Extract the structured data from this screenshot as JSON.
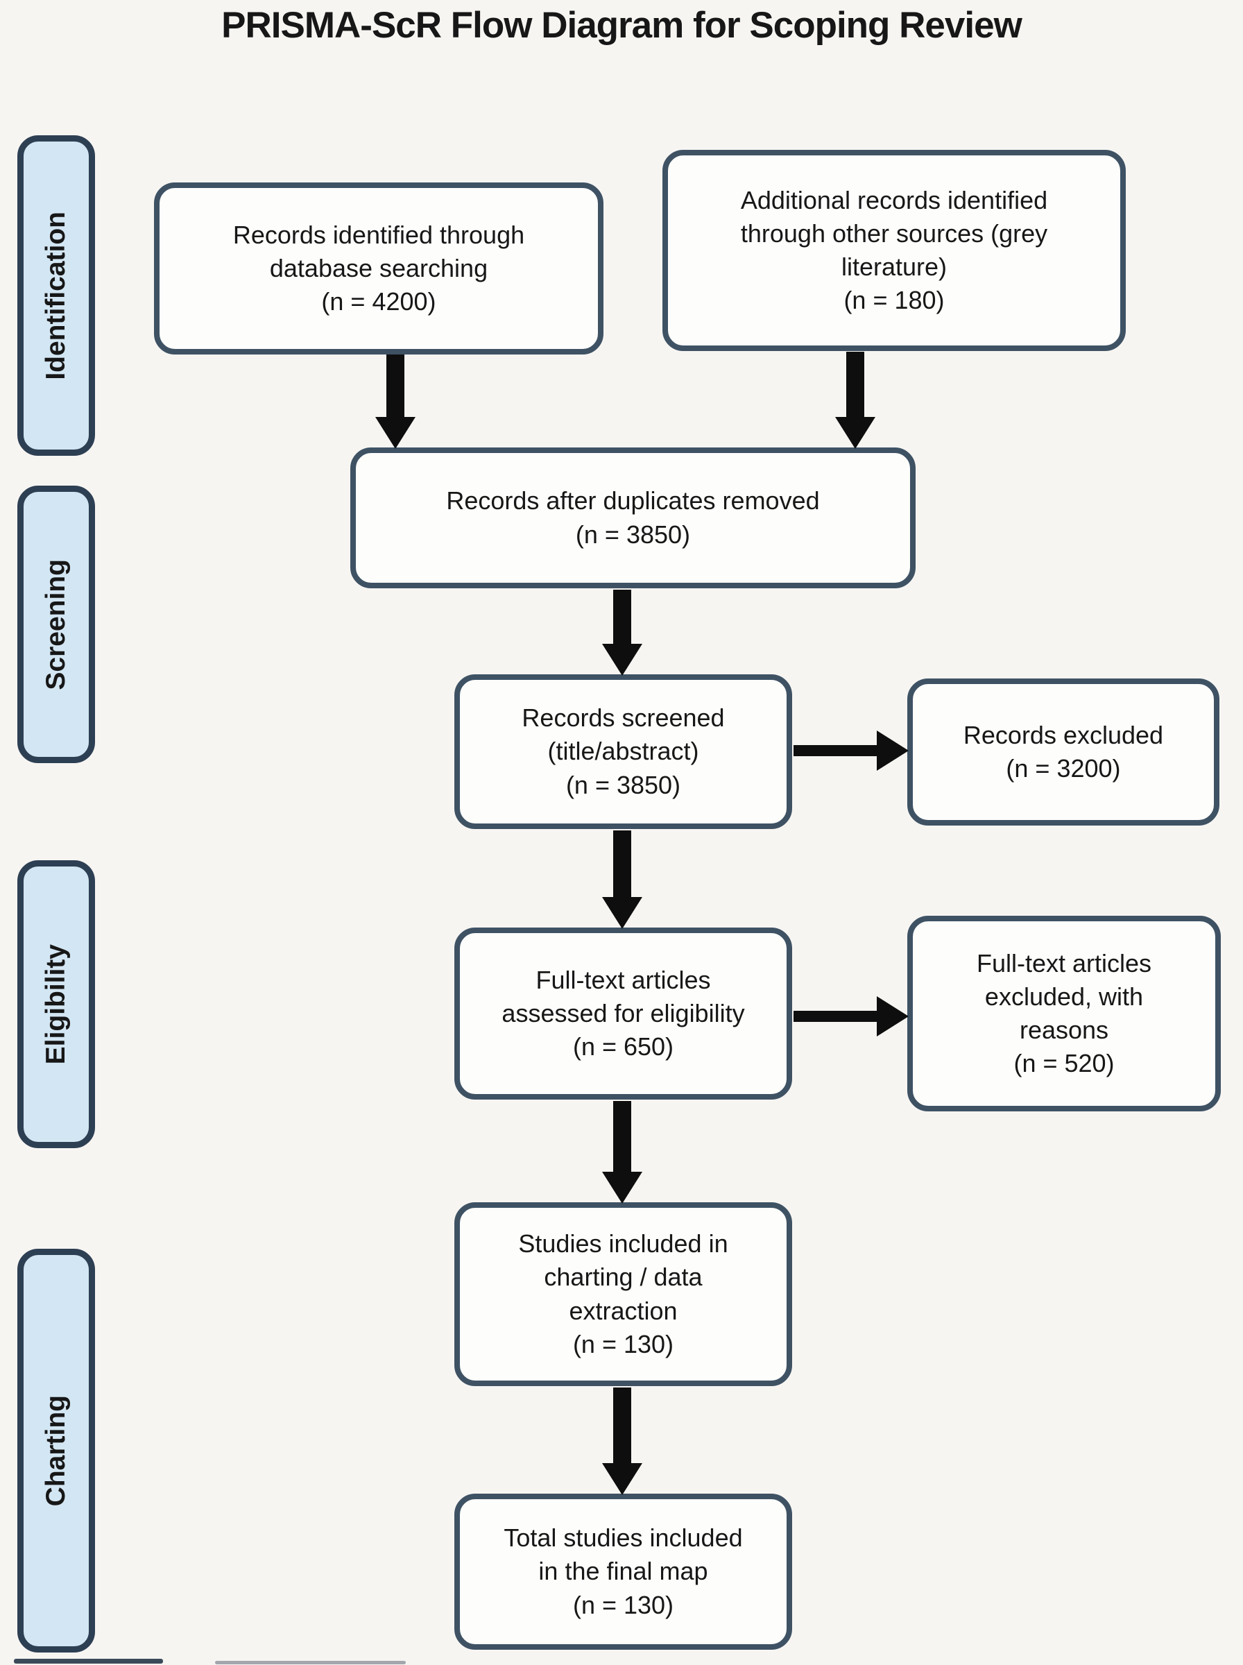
{
  "title": "PRISMA-ScR Flow Diagram for Scoping Review",
  "stages": {
    "identification": "Identification",
    "screening": "Screening",
    "eligibility": "Eligibility",
    "charting": "Charting"
  },
  "boxes": {
    "records_identified": "Records identified through\ndatabase searching\n(n = 4200)",
    "additional_records": "Additional records identified\nthrough other sources (grey\nliterature)\n(n = 180)",
    "after_duplicates": "Records after duplicates removed\n(n = 3850)",
    "records_screened": "Records screened\n(title/abstract)\n(n = 3850)",
    "records_excluded": "Records excluded\n(n = 3200)",
    "fulltext_assessed": "Full-text articles\nassessed for eligibility\n(n = 650)",
    "fulltext_excluded": "Full-text articles\nexcluded, with\nreasons\n(n = 520)",
    "charting_included": "Studies included in\ncharting / data\nextraction\n(n = 130)",
    "final_included": "Total studies included\nin the final map\n(n = 130)"
  },
  "counts": {
    "identified": 4200,
    "additional": 180,
    "after_duplicates": 3850,
    "screened": 3850,
    "excluded_screening": 3200,
    "fulltext_assessed": 650,
    "fulltext_excluded": 520,
    "charting_included": 130,
    "final_included": 130
  },
  "colors": {
    "bg": "#f7f5f2",
    "text": "#171717",
    "box-fill": "#fdfdfb",
    "box-border": "#3e5264",
    "stage-fill": "#d3e6f3",
    "stage-border": "#2d3f53",
    "arrow": "#0e0e0e"
  }
}
